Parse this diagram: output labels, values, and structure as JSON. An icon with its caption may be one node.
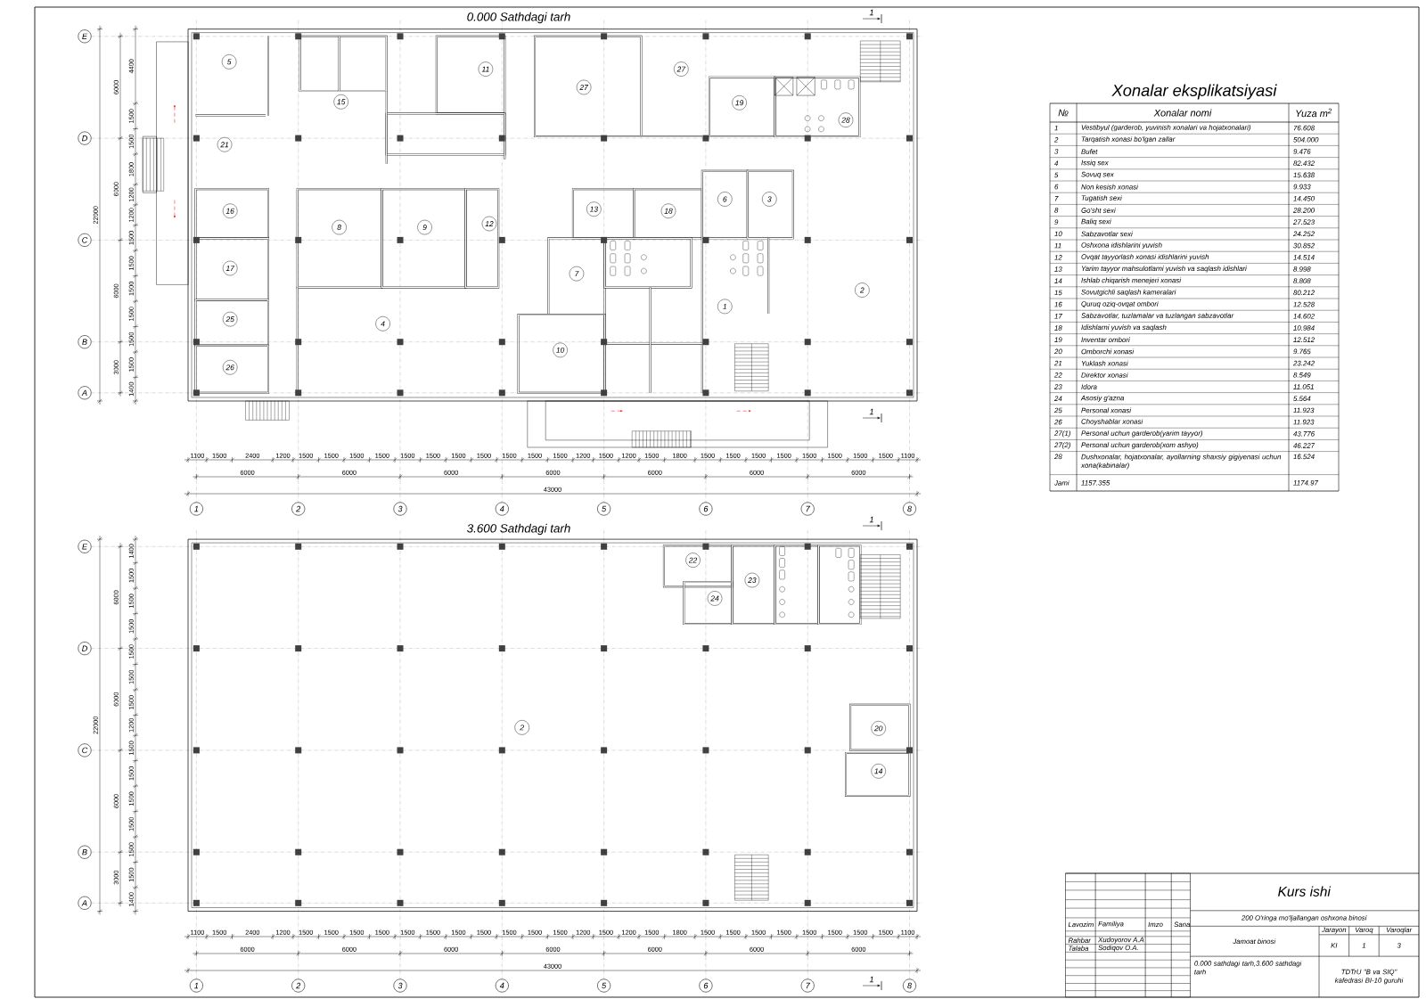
{
  "diagram": {
    "labels": [
      "0.000 Sathdagi tarh",
      "1",
      "E",
      "D",
      "C",
      "B",
      "A",
      "22000",
      "6000",
      "6000",
      "6000",
      "3000",
      "4400",
      "1500",
      "1500",
      "1800",
      "1200",
      "1200",
      "1500",
      "1500",
      "1500",
      "1500",
      "1500",
      "1500",
      "1400",
      "5",
      "15",
      "11",
      "27",
      "27",
      "19",
      "28",
      "21",
      "16",
      "8",
      "9",
      "12",
      "13",
      "18",
      "6",
      "3",
      "17",
      "7",
      "1",
      "2",
      "4",
      "25",
      "10",
      "26",
      "1",
      "1100",
      "1500",
      "2400",
      "1200",
      "1500",
      "1500",
      "1500",
      "1500",
      "1500",
      "1500",
      "1500",
      "1500",
      "1500",
      "1500",
      "1500",
      "1200",
      "1500",
      "1200",
      "1500",
      "1800",
      "1500",
      "1500",
      "1500",
      "1500",
      "1500",
      "1500",
      "1500",
      "1500",
      "1100",
      "6000",
      "6000",
      "6000",
      "6000",
      "6000",
      "6000",
      "6000",
      "43000",
      "1",
      "2",
      "3",
      "4",
      "5",
      "6",
      "7",
      "8",
      "Xonalar eksplikatsiyasi",
      "№",
      "Xonalar nomi",
      "Yuza m$^{2}$",
      "1",
      "Vestibyul (garderob, yuvinish xonalari va hojatxonalari)",
      "76.608",
      "2",
      "Tarqatish xonasi bo'lgan zallar",
      "504.000",
      "3",
      "Bufet",
      "9.476",
      "4",
      "Issiq sex",
      "82.432",
      "5",
      "Sovuq sex",
      "15.638",
      "6",
      "Non kesish xonasi",
      "9.933",
      "7",
      "Tugatish sexi",
      "14.450",
      "8",
      "Go'sht sexi",
      "28.200",
      "9",
      "Baliq sexi",
      "27.523",
      "10",
      "Sabzavotlar sexi",
      "24.252",
      "11",
      "Oshxona idishlarini yuvish",
      "30.852",
      "12",
      "Ovqat tayyorlash xonasi idishlarini yuvish",
      "14.514",
      "13",
      "Yarim tayyor mahsulotlarni yuvish va saqlash idishlari",
      "8.998",
      "14",
      "Ishlab chiqarish menejeri xonasi",
      "8.808",
      "15",
      "Sovutgichli saqlash kameralari",
      "80.212",
      "16",
      "Quruq oziq-ovqat ombori",
      "12.528",
      "17",
      "Sabzavotlar, tuzlamalar va tuzlangan sabzavotlar",
      "14.602",
      "18",
      "Idishlarni yuvish va saqlash",
      "10.984",
      "19",
      "Inventar ombori",
      "12.512",
      "20",
      "Omborchi xonasi",
      "9.765",
      "21",
      "Yuklash xonasi",
      "23.242",
      "22",
      "Direktor xonasi",
      "8.549",
      "23",
      "Idora",
      "11.051",
      "24",
      "Asosiy g'azna",
      "5.564",
      "25",
      "Personal xonasi",
      "11.923",
      "26",
      "Choyshablar xonasi",
      "11.923",
      "27(1)",
      "Personal uchun garderob(yarim tayyor)",
      "43.776",
      "27(2)",
      "Personal uchun garderob(xom ashyo)",
      "46.227",
      "28",
      "Dushxonalar, hojatxonalar, ayollarning shaxsiy gigiyenasi uchun xona(kabinalar)",
      "16.524",
      "Jami",
      "1157.355",
      "1174.97",
      "3.600 Sathdagi tarh",
      "1",
      "E",
      "D",
      "C",
      "B",
      "A",
      "22000",
      "6000",
      "6000",
      "6000",
      "3000",
      "1400",
      "1500",
      "1500",
      "1500",
      "1500",
      "1500",
      "1500",
      "1200",
      "1500",
      "1500",
      "1500",
      "1500",
      "1500",
      "1500",
      "1400",
      "22",
      "23",
      "24",
      "2",
      "20",
      "14",
      "1",
      "1100",
      "1500",
      "2400",
      "1200",
      "1500",
      "1500",
      "1500",
      "1500",
      "1500",
      "1500",
      "1500",
      "1500",
      "1500",
      "1500",
      "1500",
      "1200",
      "1500",
      "1200",
      "1500",
      "1800",
      "1500",
      "1500",
      "1500",
      "1500",
      "1500",
      "1500",
      "1500",
      "1500",
      "1100",
      "6000",
      "6000",
      "6000",
      "6000",
      "6000",
      "6000",
      "6000",
      "43000",
      "1",
      "2",
      "3",
      "4",
      "5",
      "6",
      "7",
      "8",
      "Kurs ishi",
      "200 O'ringa mo'ljallangan oshxona binosi",
      "Lavozim",
      "Familiya",
      "Imzo",
      "Sana",
      "Jarayon",
      "Varoq",
      "Varoqlar",
      "Rahbar",
      "Xudoyorov A.A",
      "Jamoat binosi",
      "KI",
      "1",
      "3",
      "Talaba",
      "Sodiqov O.A.",
      "0.000 sathdagi tarh,3.600 sathdagi tarh",
      "TDTrU \"B va SIQ\" kafedrasi BI-10 guruhi"
    ]
  }
}
